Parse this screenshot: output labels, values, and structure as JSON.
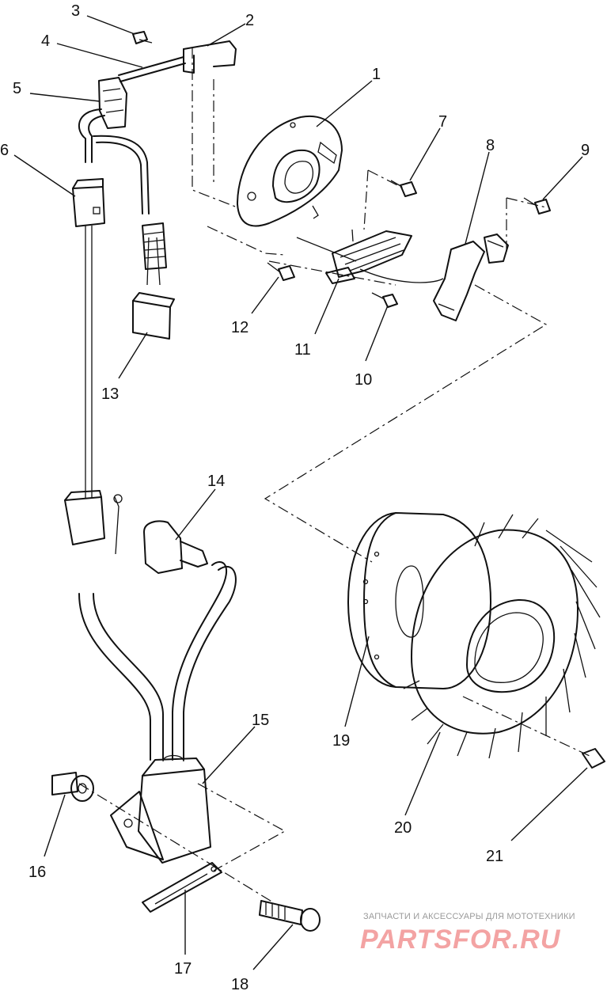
{
  "callouts": {
    "c1": "1",
    "c2": "2",
    "c3": "3",
    "c4": "4",
    "c5": "5",
    "c6": "6",
    "c7": "7",
    "c8": "8",
    "c9": "9",
    "c10": "10",
    "c11": "11",
    "c12": "12",
    "c13": "13",
    "c14": "14",
    "c15": "15",
    "c16": "16",
    "c17": "17",
    "c18": "18",
    "c19": "19",
    "c20": "20",
    "c21": "21"
  },
  "watermark": {
    "caption": "ЗАПЧАСТИ И АКСЕССУАРЫ ДЛЯ МОТОТЕХНИКИ",
    "logo": "PARTSFOR.RU"
  },
  "colors": {
    "line": "#111111",
    "watermark_caption": "#9a9a9a",
    "watermark_logo": "#f3a3a3"
  }
}
